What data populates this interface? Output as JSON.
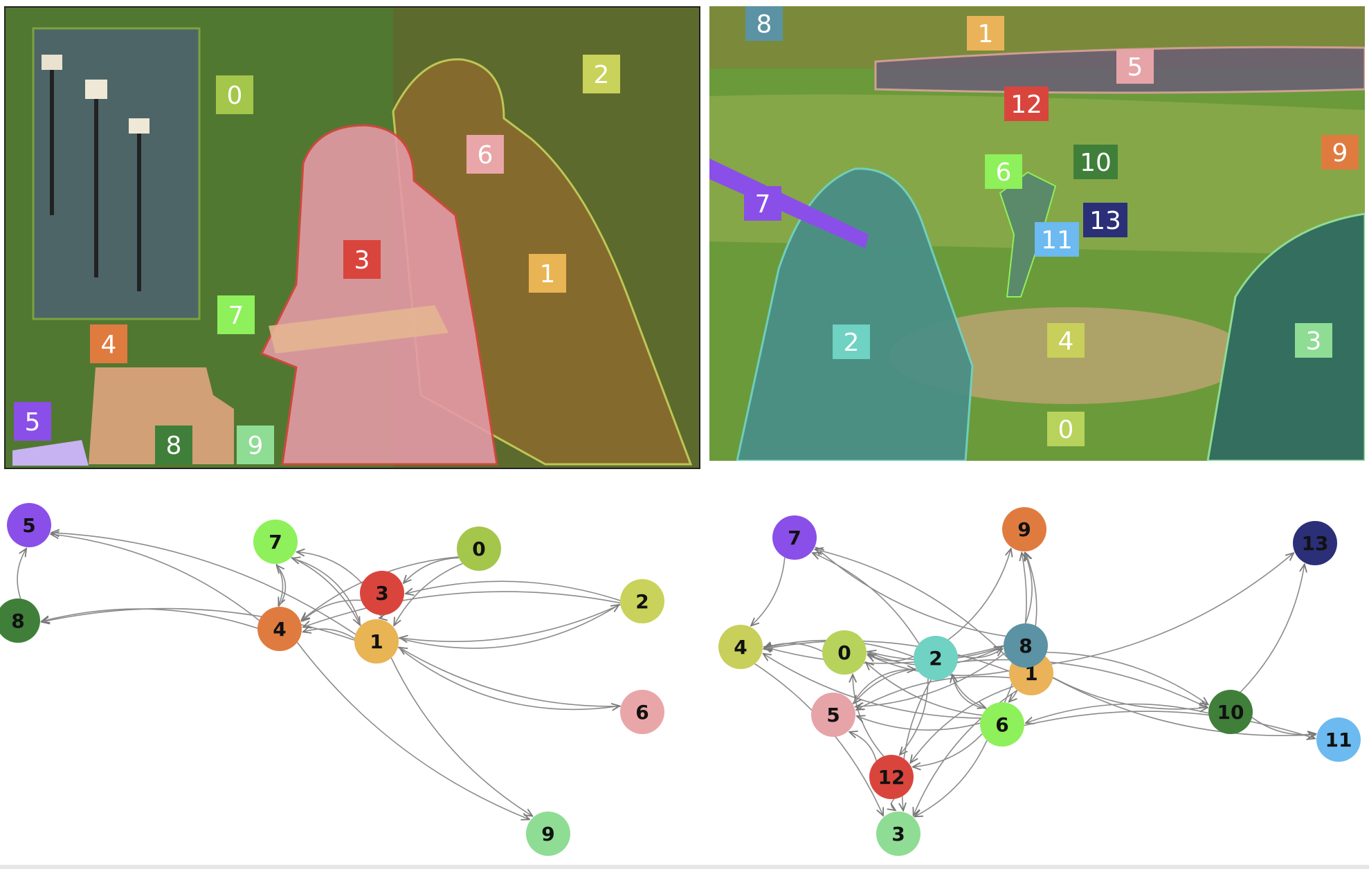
{
  "wedding_photo": {
    "labels": [
      {
        "text": "0",
        "color": "#a4c64b"
      },
      {
        "text": "1",
        "color": "#e8b454"
      },
      {
        "text": "2",
        "color": "#c9d25a"
      },
      {
        "text": "3",
        "color": "#d9453d"
      },
      {
        "text": "4",
        "color": "#e07b40"
      },
      {
        "text": "5",
        "color": "#8a4fe8"
      },
      {
        "text": "6",
        "color": "#e9a6a8"
      },
      {
        "text": "7",
        "color": "#8ef05a"
      },
      {
        "text": "8",
        "color": "#3f7f3a"
      },
      {
        "text": "9",
        "color": "#8fdc95"
      }
    ]
  },
  "baseball_photo": {
    "labels": [
      {
        "text": "0",
        "color": "#b7d35b"
      },
      {
        "text": "1",
        "color": "#eab35a"
      },
      {
        "text": "2",
        "color": "#6fd2c2"
      },
      {
        "text": "3",
        "color": "#8fdc95"
      },
      {
        "text": "4",
        "color": "#c8cf5a"
      },
      {
        "text": "5",
        "color": "#e6a4a8"
      },
      {
        "text": "6",
        "color": "#8ef05a"
      },
      {
        "text": "7",
        "color": "#8a4fe8"
      },
      {
        "text": "8",
        "color": "#5b92a4"
      },
      {
        "text": "9",
        "color": "#e07b40"
      },
      {
        "text": "10",
        "color": "#3f7f3a"
      },
      {
        "text": "11",
        "color": "#6cbaf0"
      },
      {
        "text": "12",
        "color": "#d9453d"
      },
      {
        "text": "13",
        "color": "#2b2f78"
      }
    ]
  },
  "wedding_graph": {
    "nodes": [
      {
        "id": "0",
        "color": "#a4c64b"
      },
      {
        "id": "1",
        "color": "#e8b454"
      },
      {
        "id": "2",
        "color": "#c9d25a"
      },
      {
        "id": "3",
        "color": "#d9453d"
      },
      {
        "id": "4",
        "color": "#e07b40"
      },
      {
        "id": "5",
        "color": "#8a4fe8"
      },
      {
        "id": "6",
        "color": "#e9a6a8"
      },
      {
        "id": "7",
        "color": "#8ef05a"
      },
      {
        "id": "8",
        "color": "#3f7f3a"
      },
      {
        "id": "9",
        "color": "#8fdc95"
      }
    ],
    "edges": [
      [
        "8",
        "5"
      ],
      [
        "4",
        "5"
      ],
      [
        "1",
        "5"
      ],
      [
        "4",
        "8"
      ],
      [
        "1",
        "8"
      ],
      [
        "7",
        "4"
      ],
      [
        "3",
        "4"
      ],
      [
        "0",
        "4"
      ],
      [
        "1",
        "4"
      ],
      [
        "2",
        "4"
      ],
      [
        "7",
        "1"
      ],
      [
        "3",
        "7"
      ],
      [
        "1",
        "7"
      ],
      [
        "4",
        "7"
      ],
      [
        "0",
        "3"
      ],
      [
        "0",
        "1"
      ],
      [
        "2",
        "3"
      ],
      [
        "2",
        "1"
      ],
      [
        "1",
        "2"
      ],
      [
        "6",
        "1"
      ],
      [
        "1",
        "6"
      ],
      [
        "4",
        "9"
      ],
      [
        "1",
        "9"
      ],
      [
        "3",
        "1"
      ]
    ]
  },
  "baseball_graph": {
    "nodes": [
      {
        "id": "0",
        "color": "#b7d35b"
      },
      {
        "id": "1",
        "color": "#eab35a"
      },
      {
        "id": "2",
        "color": "#6fd2c2"
      },
      {
        "id": "3",
        "color": "#8fdc95"
      },
      {
        "id": "4",
        "color": "#c8cf5a"
      },
      {
        "id": "5",
        "color": "#e6a4a8"
      },
      {
        "id": "6",
        "color": "#8ef05a"
      },
      {
        "id": "7",
        "color": "#8a4fe8"
      },
      {
        "id": "8",
        "color": "#5b92a4"
      },
      {
        "id": "9",
        "color": "#e07b40"
      },
      {
        "id": "10",
        "color": "#3f7f3a"
      },
      {
        "id": "11",
        "color": "#6cbaf0"
      },
      {
        "id": "12",
        "color": "#d9453d"
      },
      {
        "id": "13",
        "color": "#2b2f78"
      }
    ],
    "edges": [
      [
        "7",
        "4"
      ],
      [
        "2",
        "7"
      ],
      [
        "8",
        "7"
      ],
      [
        "1",
        "7"
      ],
      [
        "0",
        "4"
      ],
      [
        "2",
        "4"
      ],
      [
        "8",
        "4"
      ],
      [
        "1",
        "4"
      ],
      [
        "6",
        "4"
      ],
      [
        "4",
        "3"
      ],
      [
        "2",
        "9"
      ],
      [
        "1",
        "9"
      ],
      [
        "8",
        "9"
      ],
      [
        "6",
        "9"
      ],
      [
        "10",
        "13"
      ],
      [
        "1",
        "13"
      ],
      [
        "2",
        "0"
      ],
      [
        "8",
        "0"
      ],
      [
        "1",
        "0"
      ],
      [
        "6",
        "0"
      ],
      [
        "12",
        "0"
      ],
      [
        "2",
        "5"
      ],
      [
        "8",
        "5"
      ],
      [
        "1",
        "5"
      ],
      [
        "6",
        "5"
      ],
      [
        "12",
        "5"
      ],
      [
        "2",
        "12"
      ],
      [
        "1",
        "12"
      ],
      [
        "6",
        "12"
      ],
      [
        "2",
        "3"
      ],
      [
        "1",
        "3"
      ],
      [
        "6",
        "3"
      ],
      [
        "12",
        "3"
      ],
      [
        "2",
        "6"
      ],
      [
        "8",
        "6"
      ],
      [
        "10",
        "6"
      ],
      [
        "2",
        "10"
      ],
      [
        "1",
        "10"
      ],
      [
        "8",
        "10"
      ],
      [
        "10",
        "11"
      ],
      [
        "6",
        "11"
      ],
      [
        "1",
        "11"
      ],
      [
        "0",
        "8"
      ],
      [
        "2",
        "8"
      ],
      [
        "5",
        "2"
      ],
      [
        "6",
        "2"
      ]
    ]
  }
}
